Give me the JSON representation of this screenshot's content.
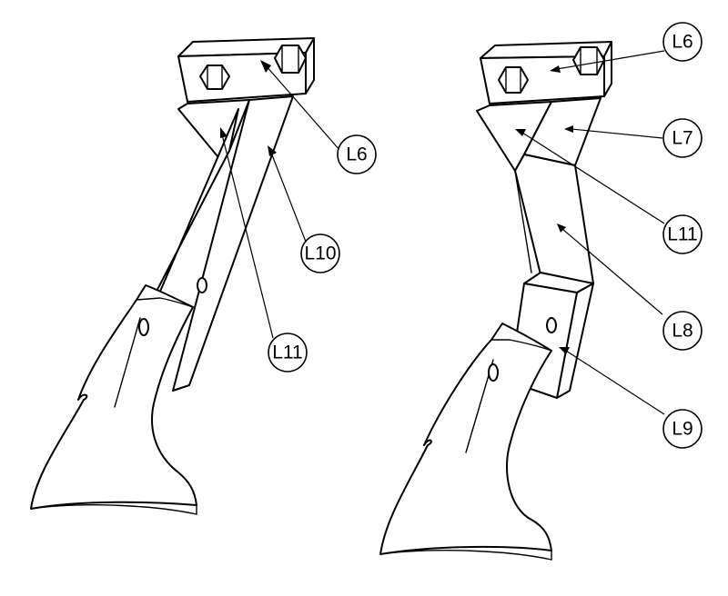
{
  "figure": {
    "left_assembly": {
      "callouts": [
        {
          "id": "left-l6",
          "label": "L6"
        },
        {
          "id": "left-l10",
          "label": "L10"
        },
        {
          "id": "left-l11",
          "label": "L11"
        }
      ]
    },
    "right_assembly": {
      "callouts": [
        {
          "id": "right-l6",
          "label": "L6"
        },
        {
          "id": "right-l7",
          "label": "L7"
        },
        {
          "id": "right-l11",
          "label": "L11"
        },
        {
          "id": "right-l8",
          "label": "L8"
        },
        {
          "id": "right-l9",
          "label": "L9"
        }
      ]
    }
  },
  "colors": {
    "line": "#000000",
    "background": "#ffffff"
  }
}
